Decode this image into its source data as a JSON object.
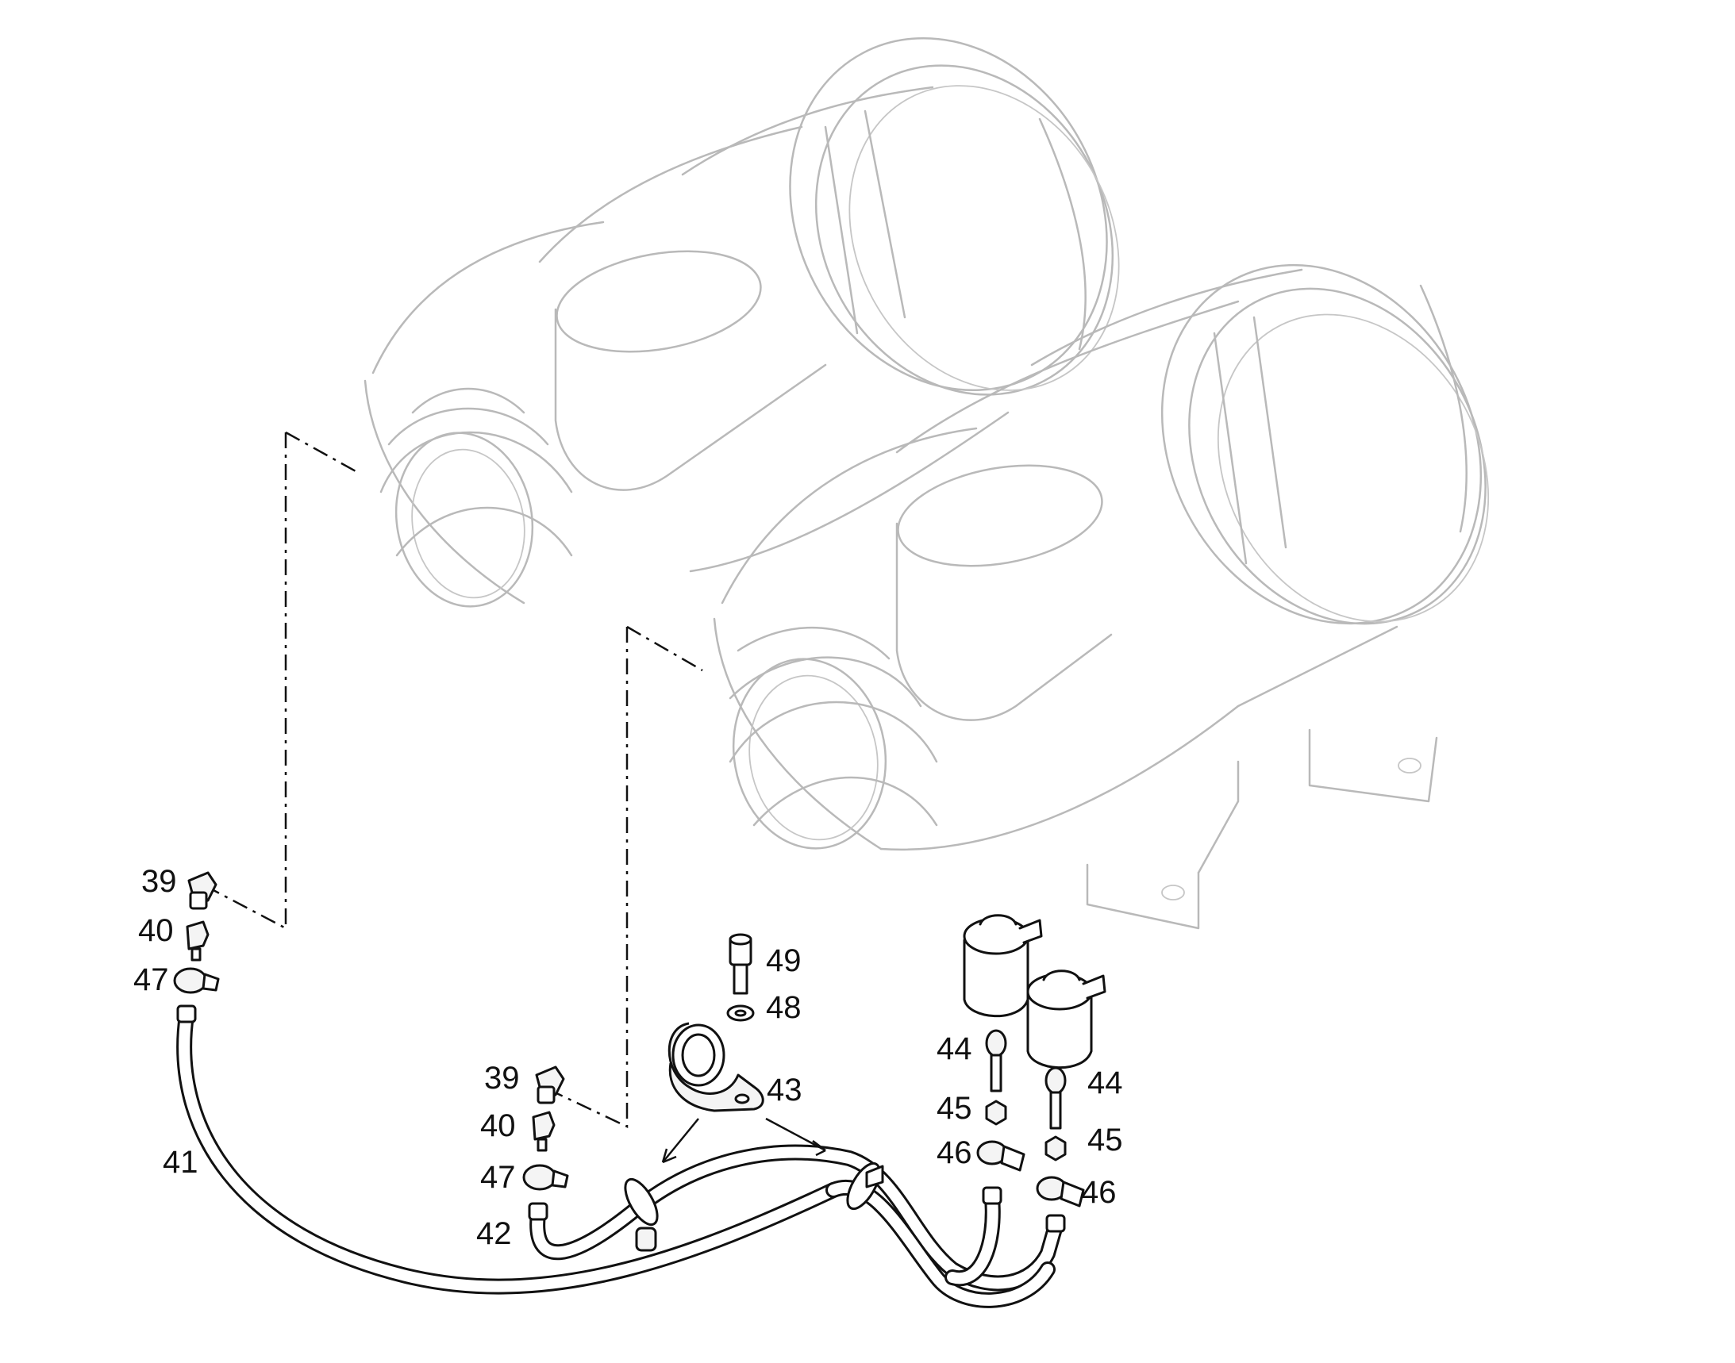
{
  "callouts": {
    "c39_left": "39",
    "c40_left": "40",
    "c47_left": "47",
    "c41": "41",
    "c39_mid": "39",
    "c40_mid": "40",
    "c47_mid": "47",
    "c42": "42",
    "c49": "49",
    "c48": "48",
    "c43": "43",
    "c44_left": "44",
    "c45_left": "45",
    "c46_left": "46",
    "c44_right": "44",
    "c45_right": "45",
    "c46_right": "46"
  }
}
